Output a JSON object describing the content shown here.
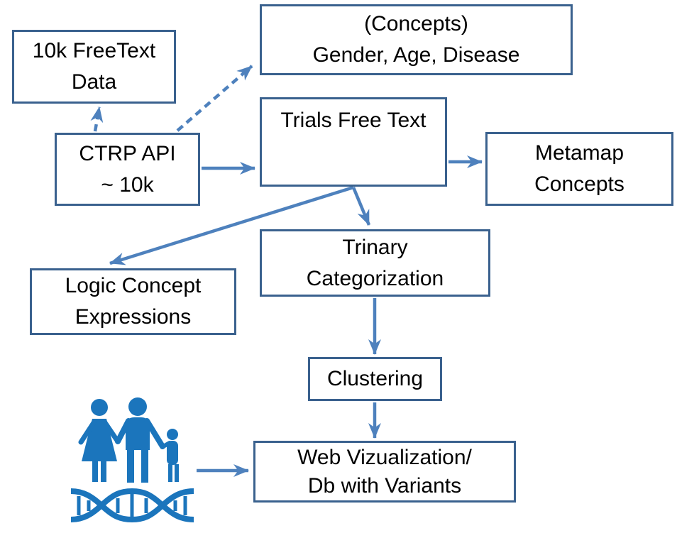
{
  "diagram": {
    "colors": {
      "background": "#FFFFFF",
      "box_border": "#3A618E",
      "box_fill": "#FFFFFF",
      "text": "#000000",
      "arrow": "#4E81BD",
      "icon": "#1B75BC"
    },
    "nodes": {
      "freetext_data": {
        "lines": [
          "10k FreeText",
          "Data"
        ]
      },
      "concepts": {
        "lines": [
          "(Concepts)",
          "Gender, Age, Disease"
        ]
      },
      "ctrp_api": {
        "lines": [
          "CTRP API",
          "~ 10k"
        ]
      },
      "trials_free_text": {
        "lines": [
          "Trials Free Text"
        ]
      },
      "metamap_concepts": {
        "lines": [
          "Metamap",
          "Concepts"
        ]
      },
      "logic_concept_expressions": {
        "lines": [
          "Logic Concept",
          "Expressions"
        ]
      },
      "trinary_categorization": {
        "lines": [
          "Trinary",
          "Categorization"
        ]
      },
      "clustering": {
        "lines": [
          "Clustering"
        ]
      },
      "web_viz": {
        "lines": [
          "Web Vizualization/",
          "Db with Variants"
        ]
      }
    },
    "icons": {
      "family_dna": "family-and-dna-helix-icon"
    },
    "edges": [
      {
        "from": "ctrp_api",
        "to": "freetext_data",
        "style": "dashed"
      },
      {
        "from": "ctrp_api",
        "to": "concepts",
        "style": "dashed"
      },
      {
        "from": "ctrp_api",
        "to": "trials_free_text",
        "style": "solid"
      },
      {
        "from": "trials_free_text",
        "to": "metamap_concepts",
        "style": "solid"
      },
      {
        "from": "trials_free_text",
        "to": "logic_concept_expressions",
        "style": "solid"
      },
      {
        "from": "trials_free_text",
        "to": "trinary_categorization",
        "style": "solid"
      },
      {
        "from": "trinary_categorization",
        "to": "clustering",
        "style": "solid"
      },
      {
        "from": "clustering",
        "to": "web_viz",
        "style": "solid"
      },
      {
        "from": "family_dna_icon",
        "to": "web_viz",
        "style": "solid"
      }
    ]
  }
}
